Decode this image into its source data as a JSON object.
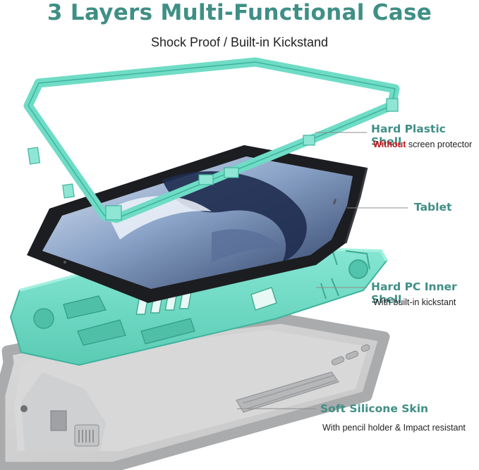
{
  "title": "3 Layers Multi-Functional Case",
  "subtitle": "Shock Proof / Built-in Kickstand",
  "colors": {
    "title": "#3f8f86",
    "label": "#3f8f86",
    "highlight": "#c4161c",
    "mint": "#6fdcc6",
    "mint_dark": "#3fb39d",
    "gray": "#a9abad",
    "gray_dark": "#7e8083",
    "tablet": "#1c1d20"
  },
  "layers": {
    "outer_shell": {
      "name": "Hard Plastic Shell",
      "note_highlight": "Without",
      "note_rest": " screen protector"
    },
    "tablet": {
      "name": "Tablet"
    },
    "inner_shell": {
      "name": "Hard PC Inner Shell",
      "note": "With built-in kickstant"
    },
    "silicone_skin": {
      "name": "Soft Silicone Skin",
      "note": "With pencil holder & Impact resistant"
    }
  }
}
